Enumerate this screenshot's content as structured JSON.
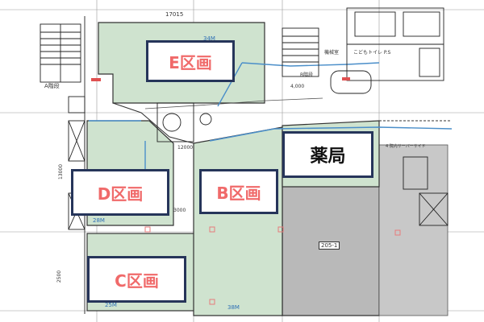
{
  "zones": {
    "e": {
      "label": "E区画",
      "width_note": "34M"
    },
    "d": {
      "label": "D区画",
      "width_note": "28M"
    },
    "b": {
      "label": "B区画"
    },
    "c": {
      "label": "C区画",
      "width_note": "25M",
      "width_note2": "38M"
    },
    "pharmacy": {
      "label": "薬局"
    }
  },
  "annotations": {
    "top_dim": "17015",
    "stair_a": "A階段",
    "stair_b": "B階段",
    "toilet": "こどもトイレ P.S",
    "machine_room": "機械室",
    "elevator_hall": "4,000",
    "mid_dim": "12000",
    "unit_205": "205-1",
    "right_note": "4 院内サーバーサイド",
    "side_dim": "13000",
    "bottom_dim": "3000",
    "left_dim": "2500"
  },
  "colors": {
    "zone_green": "#cfe3cf",
    "zone_gray": "#b9b9b9",
    "label_border": "#26355a",
    "label_text": "#f06a6a",
    "duct_blue": "#4a8ec9",
    "line_dark": "#333333"
  }
}
